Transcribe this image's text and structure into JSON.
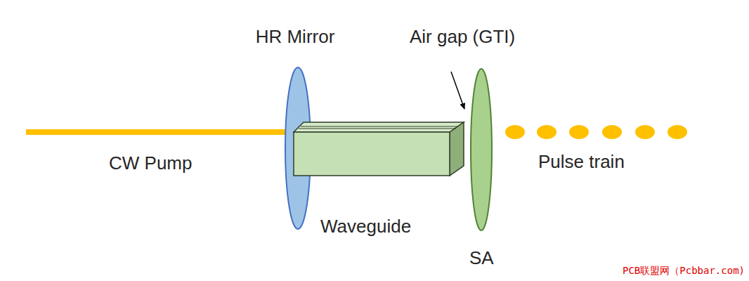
{
  "diagram": {
    "labels": [
      "HR Mirror",
      "Air gap (GTI)",
      "CW Pump",
      "Waveguide",
      "SA",
      "Pulse train",
      "PCB联盟网（Pcbbar.com)"
    ]
  }
}
